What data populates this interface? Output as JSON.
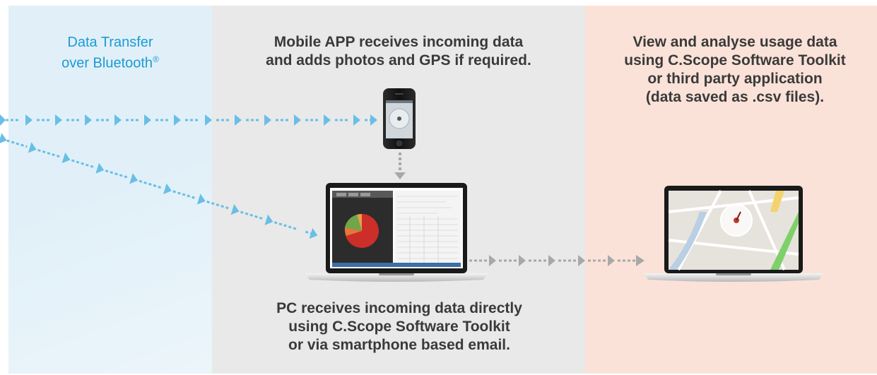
{
  "panels": {
    "bluetooth": {
      "title_line1": "Data Transfer",
      "title_line2": "over Bluetooth",
      "title_mark": "®"
    },
    "mobile": {
      "caption": "Mobile APP receives incoming data\nand adds photos and GPS if required."
    },
    "view": {
      "caption": "View and analyse usage data\nusing C.Scope Software Toolkit\nor third party application\n(data saved as .csv files)."
    },
    "pc": {
      "caption": "PC receives incoming data directly\nusing C.Scope Software Toolkit\nor via smartphone based email."
    }
  },
  "colors": {
    "bluetooth_panel": "#e1f0f8",
    "middle_panel": "#e9e9ea",
    "right_panel": "#fbe2d8",
    "bluetooth_text": "#1b9ad6",
    "caption_text": "#3a3a3a",
    "bluetooth_arrow": "#69bfe6",
    "transfer_arrow": "#a8a8a8"
  },
  "icons": {
    "phone": "smartphone-icon",
    "pc": "laptop-icon",
    "map_pc": "laptop-map-icon"
  }
}
